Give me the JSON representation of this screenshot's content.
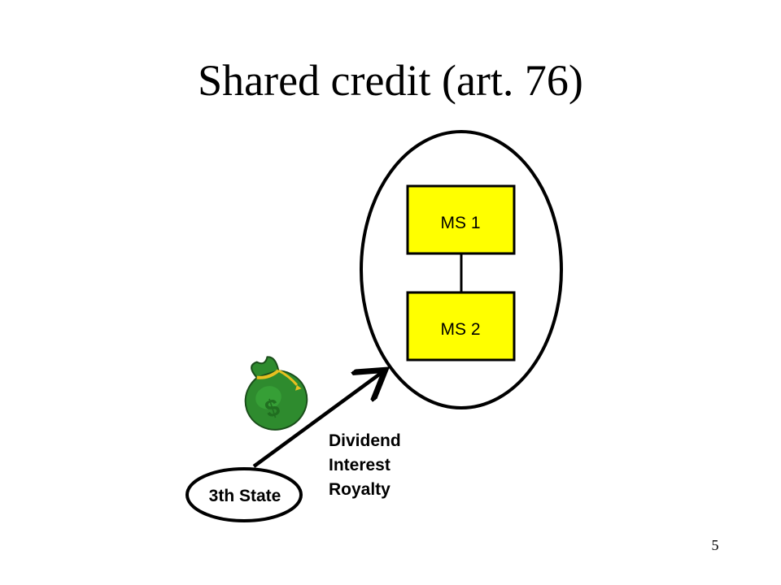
{
  "slide": {
    "title": "Shared credit (art. 76)",
    "page_number": "5"
  },
  "diagram": {
    "member_states": [
      {
        "label": "MS 1"
      },
      {
        "label": "MS 2"
      }
    ],
    "source_state": {
      "label": "3th State"
    },
    "payment_types": [
      "Dividend",
      "Interest",
      "Royalty"
    ],
    "colors": {
      "box_fill": "#ffff00",
      "stroke": "#000000",
      "money_bag": "#2e8b2e",
      "money_tie": "#e8c020"
    },
    "icons": {
      "money_bag": "money-bag-icon"
    }
  }
}
